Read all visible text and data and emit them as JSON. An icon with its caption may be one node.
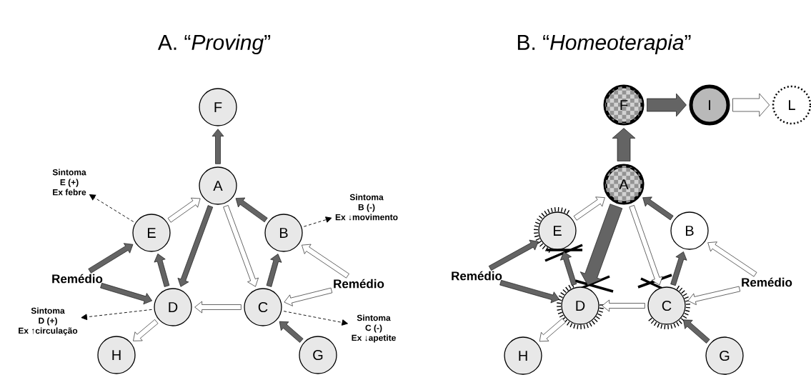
{
  "diagram": {
    "nodes": [
      {
        "text": [
          "F"
        ]
      },
      {
        "text": [
          "A"
        ]
      },
      {
        "text": [
          "E"
        ]
      },
      {
        "text": [
          "B"
        ]
      },
      {
        "text": [
          "D"
        ]
      },
      {
        "text": [
          "C"
        ]
      },
      {
        "text": [
          "H"
        ]
      },
      {
        "text": [
          "G"
        ]
      },
      {
        "text": [
          "Remédio"
        ]
      },
      {
        "text": [
          "Remédio"
        ]
      },
      {
        "text": [
          "Sintoma",
          "E (+)",
          "Ex febre"
        ]
      },
      {
        "text": [
          "Sintoma",
          "B (-)",
          "Ex ↓movimento"
        ]
      },
      {
        "text": [
          "Sintoma",
          "D (+)",
          "Ex ↑circulação"
        ]
      },
      {
        "text": [
          "Sintoma",
          "C (-)",
          "Ex ↓apetite"
        ]
      },
      {
        "text": [
          "F"
        ]
      },
      {
        "text": [
          "I"
        ]
      },
      {
        "text": [
          "L"
        ]
      },
      {
        "text": [
          "A"
        ]
      },
      {
        "text": [
          "E"
        ]
      },
      {
        "text": [
          "B"
        ]
      },
      {
        "text": [
          "D"
        ]
      },
      {
        "text": [
          "C"
        ]
      },
      {
        "text": [
          "H"
        ]
      },
      {
        "text": [
          "G"
        ]
      },
      {
        "text": [
          "Remédio"
        ]
      },
      {
        "text": [
          "Remédio"
        ]
      }
    ],
    "edges": [
      {
        "from": 1,
        "to": 0,
        "arrow": "to",
        "color": "#646464"
      },
      {
        "from": 2,
        "to": 1,
        "arrow": "to",
        "color": "#ffffff"
      },
      {
        "from": 3,
        "to": 1,
        "arrow": "to",
        "color": "#646464"
      },
      {
        "from": 1,
        "to": 4,
        "arrow": "to",
        "color": "#646464"
      },
      {
        "from": 1,
        "to": 5,
        "arrow": "to",
        "color": "#ffffff"
      },
      {
        "from": 4,
        "to": 2,
        "arrow": "to",
        "color": "#646464"
      },
      {
        "from": 5,
        "to": 3,
        "arrow": "to",
        "color": "#646464"
      },
      {
        "from": 5,
        "to": 4,
        "arrow": "to",
        "color": "#ffffff"
      },
      {
        "from": 4,
        "to": 6,
        "arrow": "to",
        "color": "#ffffff"
      },
      {
        "from": 7,
        "to": 5,
        "arrow": "to",
        "color": "#646464"
      },
      {
        "from": 8,
        "to": 2,
        "arrow": "to",
        "color": "#646464"
      },
      {
        "from": 8,
        "to": 4,
        "arrow": "to",
        "color": "#646464"
      },
      {
        "from": 9,
        "to": 3,
        "arrow": "to",
        "color": "#ffffff"
      },
      {
        "from": 9,
        "to": 5,
        "arrow": "to",
        "color": "#ffffff"
      },
      {
        "from": 2,
        "to": 10,
        "arrow": "to",
        "style": "dashed"
      },
      {
        "from": 3,
        "to": 11,
        "arrow": "to",
        "style": "dashed"
      },
      {
        "from": 4,
        "to": 12,
        "arrow": "to",
        "style": "dashed"
      },
      {
        "from": 5,
        "to": 13,
        "arrow": "to",
        "style": "dashed"
      },
      {
        "from": 17,
        "to": 14,
        "arrow": "to",
        "style": "thick",
        "color": "#646464"
      },
      {
        "from": 14,
        "to": 15,
        "arrow": "to",
        "style": "thick",
        "color": "#646464"
      },
      {
        "from": 15,
        "to": 16,
        "arrow": "to",
        "style": "thick",
        "color": "#ffffff"
      },
      {
        "from": 18,
        "to": 17,
        "arrow": "to",
        "color": "#ffffff"
      },
      {
        "from": 19,
        "to": 17,
        "arrow": "to",
        "color": "#646464"
      },
      {
        "from": 17,
        "to": 20,
        "arrow": "to",
        "style": "thick",
        "color": "#646464"
      },
      {
        "from": 17,
        "to": 21,
        "arrow": "to",
        "color": "#ffffff"
      },
      {
        "from": 20,
        "to": 18,
        "arrow": "to",
        "color": "#646464"
      },
      {
        "from": 21,
        "to": 19,
        "arrow": "to",
        "color": "#646464"
      },
      {
        "from": 21,
        "to": 20,
        "arrow": "to",
        "color": "#ffffff"
      },
      {
        "from": 20,
        "to": 22,
        "arrow": "to",
        "color": "#ffffff"
      },
      {
        "from": 23,
        "to": 21,
        "arrow": "to",
        "color": "#646464"
      },
      {
        "from": 24,
        "to": 18,
        "arrow": "to",
        "color": "#646464"
      },
      {
        "from": 24,
        "to": 20,
        "arrow": "to",
        "color": "#646464"
      },
      {
        "from": 25,
        "to": 19,
        "arrow": "to",
        "color": "#ffffff"
      },
      {
        "from": 25,
        "to": 21,
        "arrow": "to",
        "color": "#ffffff"
      }
    ],
    "labels": [
      "A. “*Proving*”",
      "B. “*Homeoterapia*”"
    ]
  }
}
